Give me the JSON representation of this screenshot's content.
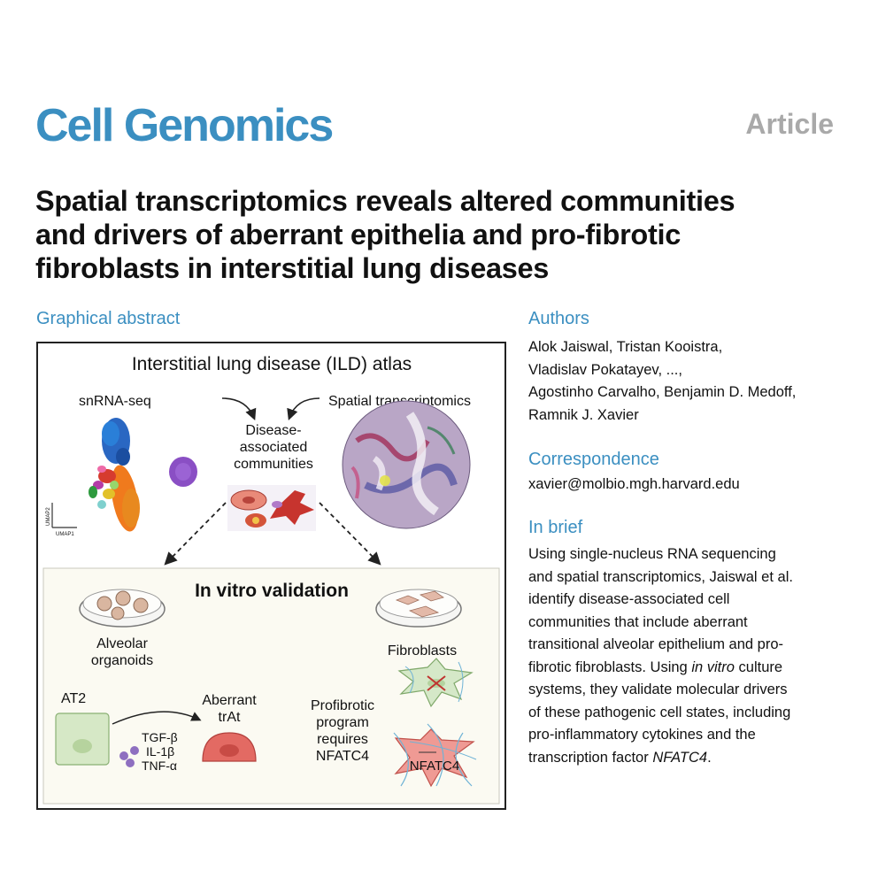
{
  "header": {
    "journal": "Cell Genomics",
    "article_type": "Article"
  },
  "title_lines": [
    "Spatial transcriptomics reveals altered communities",
    "and drivers of aberrant epithelia and pro-fibrotic",
    "fibroblasts in interstitial lung diseases"
  ],
  "graphical_abstract": {
    "heading": "Graphical abstract",
    "atlas_title": "Interstitial lung disease (ILD) atlas",
    "snrna_label": "snRNA-seq",
    "spatial_label": "Spatial transcriptomics",
    "umap_y": "UMAP2",
    "umap_x": "UMAP1",
    "communities_lines": [
      "Disease-",
      "associated",
      "communities"
    ],
    "validation_title": "In vitro validation",
    "organoids_lines": [
      "Alveolar",
      "organoids"
    ],
    "fibroblasts_label": "Fibroblasts",
    "at2_label": "AT2",
    "aberrant_lines": [
      "Aberrant",
      "trAt"
    ],
    "cytokines": [
      "TGF-β",
      "IL-1β",
      "TNF-α"
    ],
    "profibrotic_lines": [
      "Profibrotic",
      "program",
      "requires",
      "NFATC4"
    ],
    "nfatc4_cell_label": "NFATC4"
  },
  "authors": {
    "heading": "Authors",
    "lines": [
      "Alok Jaiswal, Tristan Kooistra,",
      "Vladislav Pokatayev, ...,",
      "Agostinho Carvalho, Benjamin D. Medoff,",
      "Ramnik J. Xavier"
    ]
  },
  "correspondence": {
    "heading": "Correspondence",
    "email": "xavier@molbio.mgh.harvard.edu"
  },
  "in_brief": {
    "heading": "In brief",
    "lines": [
      "Using single-nucleus RNA sequencing",
      "and spatial transcriptomics, Jaiswal et al.",
      "identify disease-associated cell",
      "communities that include aberrant",
      "transitional alveolar epithelium and pro-",
      "fibrotic fibroblasts. Using",
      "in vitro",
      "culture",
      "systems, they validate molecular drivers",
      "of these pathogenic cell states, including",
      "pro-inflammatory cytokines and the",
      "transcription factor",
      "NFATC4",
      "."
    ]
  }
}
